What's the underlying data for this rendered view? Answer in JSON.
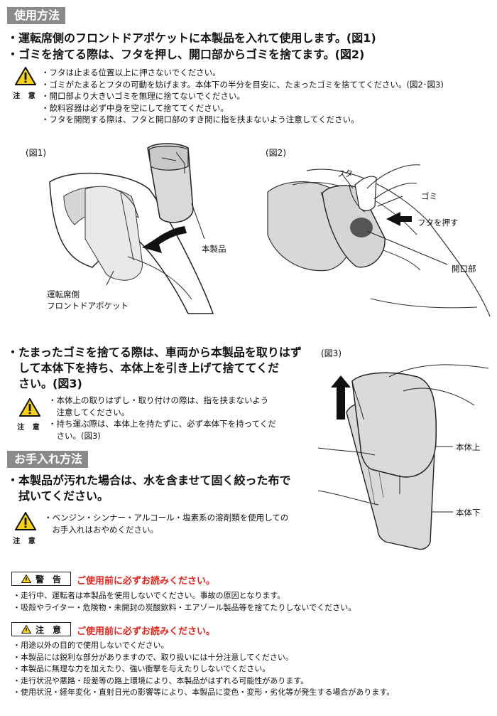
{
  "usage": {
    "heading": "使用方法",
    "bullets": [
      "・運転席側のフロントドアポケットに本製品を入れて使用します。(図1)",
      "・ゴミを捨てる際は、フタを押し、開口部からゴミを捨てます。(図2)"
    ],
    "caution_label": "注 意",
    "notes": [
      "・フタは止まる位置以上に押さないでください。",
      "・ゴミがたまるとフタの可動を妨げます。本体下の半分を目安に、たまったゴミを捨ててください。(図2･図3)",
      "・開口部より大きいゴミを無理に捨てないでください。",
      "・飲料容器は必ず中身を空にして捨ててください。",
      "・フタを開閉する際は、フタと開口部のすき間に指を挟まないよう注意してください。"
    ]
  },
  "fig1": {
    "label": "(図1)",
    "product": "本製品",
    "pocket_line1": "運転席側",
    "pocket_line2": "フロントドアポケット"
  },
  "fig2": {
    "label": "(図2)",
    "lid": "フタ",
    "trash": "ゴミ",
    "push": "フタを押す",
    "opening": "開口部"
  },
  "dispose": {
    "lines": [
      "・たまったゴミを捨てる際は、車両から本製品を取りはず",
      "　して本体下を持ち、本体上を引き上げて捨ててくだ",
      "　さい。(図3)"
    ],
    "caution_label": "注 意",
    "notes": [
      "・本体上の取りはずし・取り付けの際は、指を挟まないよう",
      "　注意してください。",
      "・持ち運ぶ際は、本体上を持たずに、必ず本体下を持ってくだ",
      "　さい。(図3)"
    ]
  },
  "fig3": {
    "label": "(図3)",
    "upper": "本体上",
    "lower": "本体下"
  },
  "care": {
    "heading": "お手入れ方法",
    "lines": [
      "・本製品が汚れた場合は、水を含ませて固く絞った布で",
      "　拭いてください。"
    ],
    "caution_label": "注 意",
    "notes": [
      "・ベンジン・シンナー・アルコール・塩素系の溶剤類を使用しての",
      "　お手入れはおやめください。"
    ]
  },
  "warning": {
    "badge": "警　告",
    "title": "ご使用前に必ずお読みください。",
    "items": [
      "・走行中、運転者は本製品を使用しないでください。事故の原因となります。",
      "・吸殻やライター・危険物・未開封の炭酸飲料・エアゾール製品等を捨てたりしないでください。"
    ]
  },
  "caution2": {
    "badge": "注　意",
    "title": "ご使用前に必ずお読みください。",
    "items": [
      "・用途以外の目的で使用しないでください。",
      "・本製品には鋭利な部分がありますので、取り扱いには十分注意してください。",
      "・本製品に無理な力を加えたり、強い衝撃を与えたりしないでください。",
      "・走行状況や悪路・段差等の路上環境により、本製品がはずれる可能性があります。",
      "・使用状況・経年変化・直射日光の影響等により、本製品に変色・変形・劣化等が発生する場合があります。"
    ]
  },
  "colors": {
    "heading_bg": "#8a8a8a",
    "warning_red": "#e0241e",
    "caution_yellow": "#f6d21c"
  },
  "icons": [
    "warning-triangle-icon",
    "up-arrow-icon",
    "push-arrow-icon"
  ]
}
